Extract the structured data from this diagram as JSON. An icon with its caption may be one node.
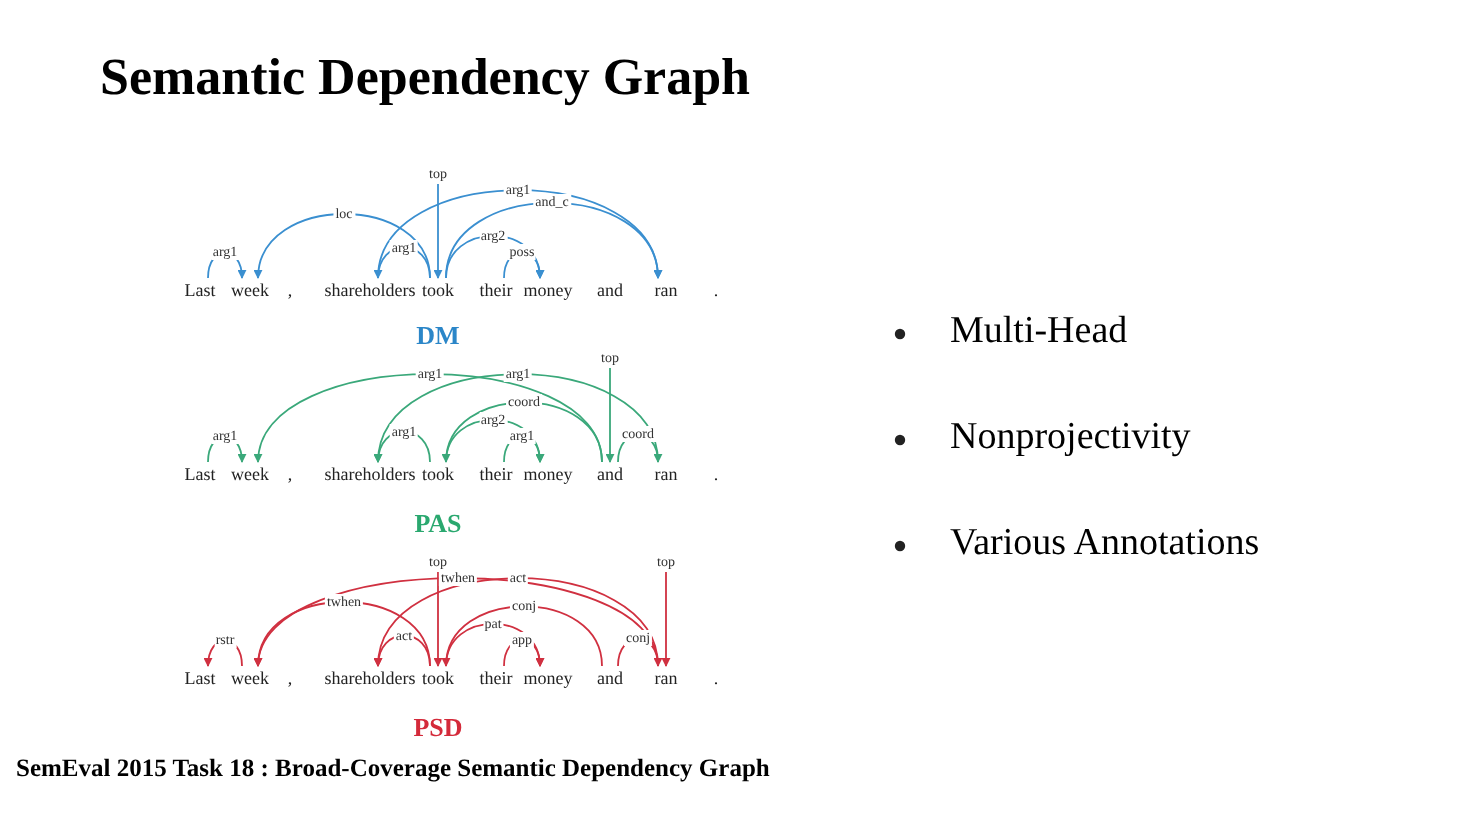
{
  "diagram": {
    "title": "Semantic Dependency Graph",
    "caption": "SemEval 2015 Task 18 : Broad-Coverage Semantic Dependency Graph",
    "nodes": [
      {
        "text": [
          "Last"
        ]
      },
      {
        "text": [
          "week"
        ]
      },
      {
        "text": [
          "shareholders"
        ]
      },
      {
        "text": [
          "took"
        ]
      },
      {
        "text": [
          "their"
        ]
      },
      {
        "text": [
          "money"
        ]
      },
      {
        "text": [
          "and"
        ]
      },
      {
        "text": [
          "ran"
        ]
      },
      {
        "text": [
          "Last"
        ]
      },
      {
        "text": [
          "week"
        ]
      },
      {
        "text": [
          "shareholders"
        ]
      },
      {
        "text": [
          "took"
        ]
      },
      {
        "text": [
          "their"
        ]
      },
      {
        "text": [
          "money"
        ]
      },
      {
        "text": [
          "and"
        ]
      },
      {
        "text": [
          "ran"
        ]
      },
      {
        "text": [
          "Last"
        ]
      },
      {
        "text": [
          "week"
        ]
      },
      {
        "text": [
          "shareholders"
        ]
      },
      {
        "text": [
          "took"
        ]
      },
      {
        "text": [
          "their"
        ]
      },
      {
        "text": [
          "money"
        ]
      },
      {
        "text": [
          "and"
        ]
      },
      {
        "text": [
          "ran"
        ]
      }
    ],
    "edges": [
      {
        "from": 0,
        "to": 1,
        "arrow": "to",
        "label": "arg1",
        "color": "#3a8fd0"
      },
      {
        "from": 3,
        "to": 1,
        "arrow": "to",
        "label": "loc",
        "color": "#3a8fd0"
      },
      {
        "from": null,
        "to": 3,
        "arrow": "to",
        "label": "top",
        "color": "#3a8fd0"
      },
      {
        "from": 2,
        "to": 7,
        "arrow": "to",
        "label": "arg1",
        "color": "#3a8fd0"
      },
      {
        "from": 3,
        "to": 7,
        "arrow": "to",
        "label": "and_c",
        "color": "#3a8fd0"
      },
      {
        "from": 3,
        "to": 2,
        "arrow": "to",
        "label": "arg1",
        "color": "#3a8fd0"
      },
      {
        "from": 3,
        "to": 5,
        "arrow": "to",
        "label": "arg2",
        "color": "#3a8fd0"
      },
      {
        "from": 4,
        "to": 5,
        "arrow": "to",
        "label": "poss",
        "color": "#3a8fd0"
      },
      {
        "from": null,
        "to": 14,
        "arrow": "to",
        "label": "top",
        "color": "#3aa87a"
      },
      {
        "from": 14,
        "to": 9,
        "arrow": "to",
        "label": "arg1",
        "color": "#3aa87a"
      },
      {
        "from": 15,
        "to": 10,
        "arrow": "to",
        "label": "arg1",
        "color": "#3aa87a"
      },
      {
        "from": 14,
        "to": 11,
        "arrow": "to",
        "label": "coord",
        "color": "#3aa87a"
      },
      {
        "from": 8,
        "to": 9,
        "arrow": "to",
        "label": "arg1",
        "color": "#3aa87a"
      },
      {
        "from": 11,
        "to": 10,
        "arrow": "to",
        "label": "arg1",
        "color": "#3aa87a"
      },
      {
        "from": 11,
        "to": 13,
        "arrow": "to",
        "label": "arg2",
        "color": "#3aa87a"
      },
      {
        "from": 12,
        "to": 13,
        "arrow": "to",
        "label": "arg1",
        "color": "#3aa87a"
      },
      {
        "from": 14,
        "to": 15,
        "arrow": "to",
        "label": "coord",
        "color": "#3aa87a"
      },
      {
        "from": null,
        "to": 19,
        "arrow": "to",
        "label": "top",
        "color": "#d03040"
      },
      {
        "from": null,
        "to": 23,
        "arrow": "to",
        "label": "top",
        "color": "#d03040"
      },
      {
        "from": 23,
        "to": 17,
        "arrow": "to",
        "label": "twhen",
        "color": "#d03040"
      },
      {
        "from": 23,
        "to": 18,
        "arrow": "to",
        "label": "act",
        "color": "#d03040"
      },
      {
        "from": 22,
        "to": 19,
        "arrow": "to",
        "label": "conj",
        "color": "#d03040"
      },
      {
        "from": 19,
        "to": 17,
        "arrow": "to",
        "label": "twhen",
        "color": "#d03040"
      },
      {
        "from": 17,
        "to": 16,
        "arrow": "to",
        "label": "rstr",
        "color": "#d03040"
      },
      {
        "from": 19,
        "to": 18,
        "arrow": "to",
        "label": "act",
        "color": "#d03040"
      },
      {
        "from": 19,
        "to": 21,
        "arrow": "to",
        "label": "pat",
        "color": "#d03040"
      },
      {
        "from": 20,
        "to": 21,
        "arrow": "to",
        "label": "app",
        "color": "#d03040"
      },
      {
        "from": 22,
        "to": 23,
        "arrow": "to",
        "label": "conj",
        "color": "#d03040"
      }
    ],
    "labels": [
      ",",
      ".",
      "DM",
      ",",
      ".",
      "PAS",
      ",",
      ".",
      "PSD",
      "Multi-Head",
      "Nonprojectivity",
      "Various Annotations"
    ]
  }
}
